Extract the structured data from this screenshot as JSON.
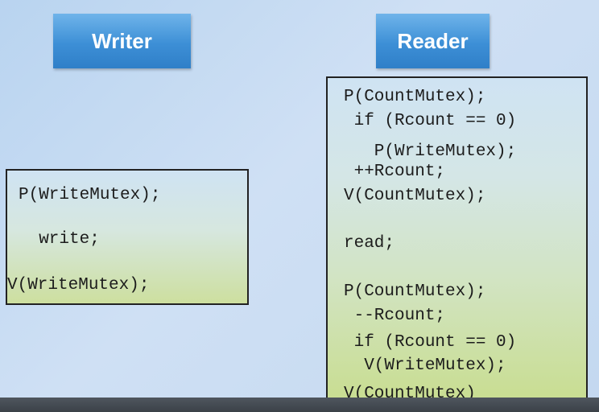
{
  "writer": {
    "title": "Writer",
    "lines": [
      "P(WriteMutex);",
      "  write;",
      "V(WriteMutex);"
    ]
  },
  "reader": {
    "title": "Reader",
    "lines": [
      "P(CountMutex);",
      " if (Rcount == 0)",
      "   P(WriteMutex);",
      " ++Rcount;",
      "V(CountMutex);",
      "read;",
      "P(CountMutex);",
      " --Rcount;",
      " if (Rcount == 0)",
      "  V(WriteMutex);",
      "V(CountMutex)"
    ]
  },
  "colors": {
    "title_fill": "#3d8fd6",
    "box_top": "#cfe3f3",
    "box_bottom": "#c8dd8e",
    "border": "#222222"
  }
}
